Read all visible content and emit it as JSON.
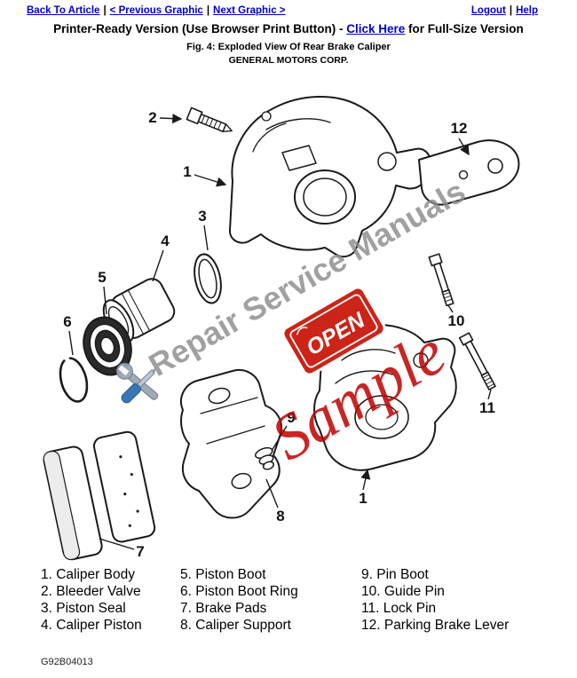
{
  "nav": {
    "back_to_article": "Back To Article",
    "separator": "|",
    "previous_graphic": "< Previous Graphic",
    "next_graphic": "Next Graphic >",
    "logout": "Logout",
    "help": "Help"
  },
  "header": {
    "printer_ready_prefix": "Printer-Ready Version (Use Browser Print Button) - ",
    "full_size_link": "Click Here",
    "printer_ready_suffix": " for Full-Size Version",
    "figure_caption": "Fig. 4: Exploded View Of Rear Brake Caliper",
    "company": "GENERAL MOTORS CORP."
  },
  "diagram": {
    "callouts": [
      "1",
      "2",
      "3",
      "4",
      "5",
      "6",
      "7",
      "8",
      "9",
      "10",
      "11",
      "12"
    ]
  },
  "watermark": {
    "brand": "Repair Service Manuals",
    "sample": "Sample",
    "open_sign": "OPEN"
  },
  "legend": {
    "items": [
      "1. Caliper Body",
      "2. Bleeder Valve",
      "3. Piston Seal",
      "4. Caliper Piston",
      "5. Piston Boot",
      "6. Piston Boot Ring",
      "7. Brake Pads",
      "8. Caliper Support",
      "9. Pin Boot",
      "10. Guide Pin",
      "11. Lock Pin",
      "12. Parking Brake Lever"
    ]
  },
  "footer": {
    "document_id": "G92B04013"
  },
  "colors": {
    "link_blue": "#0000cc",
    "watermark_gray": "#8c8c8c",
    "sample_red": "#c00000",
    "open_sign_red": "#cc2418",
    "tools_blue": "#2f6fb2",
    "line_black": "#1a1a1a"
  }
}
